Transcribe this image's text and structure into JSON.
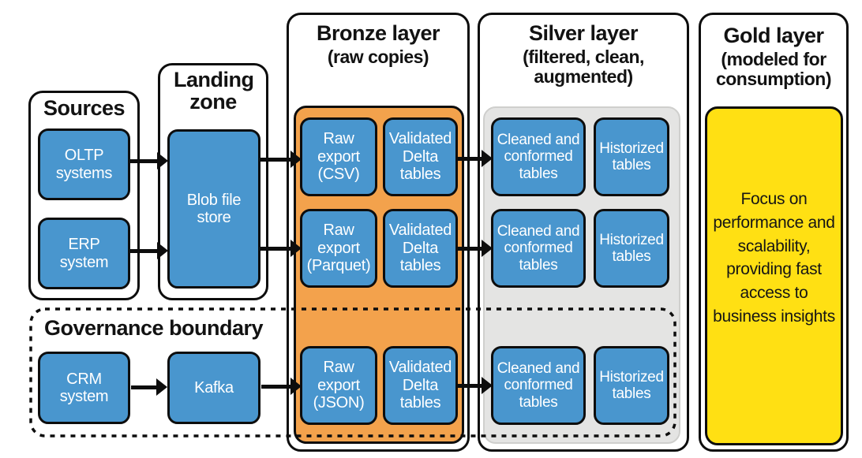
{
  "diagram": {
    "sources": {
      "title": "Sources",
      "oltp": "OLTP systems",
      "erp": "ERP system"
    },
    "landing": {
      "title": "Landing zone",
      "blob": "Blob file store"
    },
    "bronze": {
      "title": "Bronze layer",
      "subtitle": "(raw copies)",
      "rows": [
        {
          "left": "Raw export (CSV)",
          "right": "Validated Delta tables"
        },
        {
          "left": "Raw export (Parquet)",
          "right": "Validated Delta tables"
        },
        {
          "left": "Raw export (JSON)",
          "right": "Validated Delta tables"
        }
      ]
    },
    "silver": {
      "title": "Silver layer",
      "subtitle": "(filtered, clean, augmented)",
      "rows": [
        {
          "left": "Cleaned and conformed tables",
          "right": "Historized tables"
        },
        {
          "left": "Cleaned and conformed tables",
          "right": "Historized tables"
        },
        {
          "left": "Cleaned and conformed tables",
          "right": "Historized tables"
        }
      ]
    },
    "gold": {
      "title": "Gold layer",
      "subtitle": "(modeled for consumption)",
      "body": "Focus on performance and scalability, providing fast access to business insights"
    },
    "governance": {
      "title": "Governance boundary",
      "crm": "CRM system",
      "kafka": "Kafka"
    }
  },
  "colors": {
    "node_blue": "#4996ce",
    "bronze_orange": "#f3a24c",
    "silver_gray": "#e4e4e3",
    "gold_yellow": "#ffe013",
    "line_black": "#0d0d0d"
  }
}
